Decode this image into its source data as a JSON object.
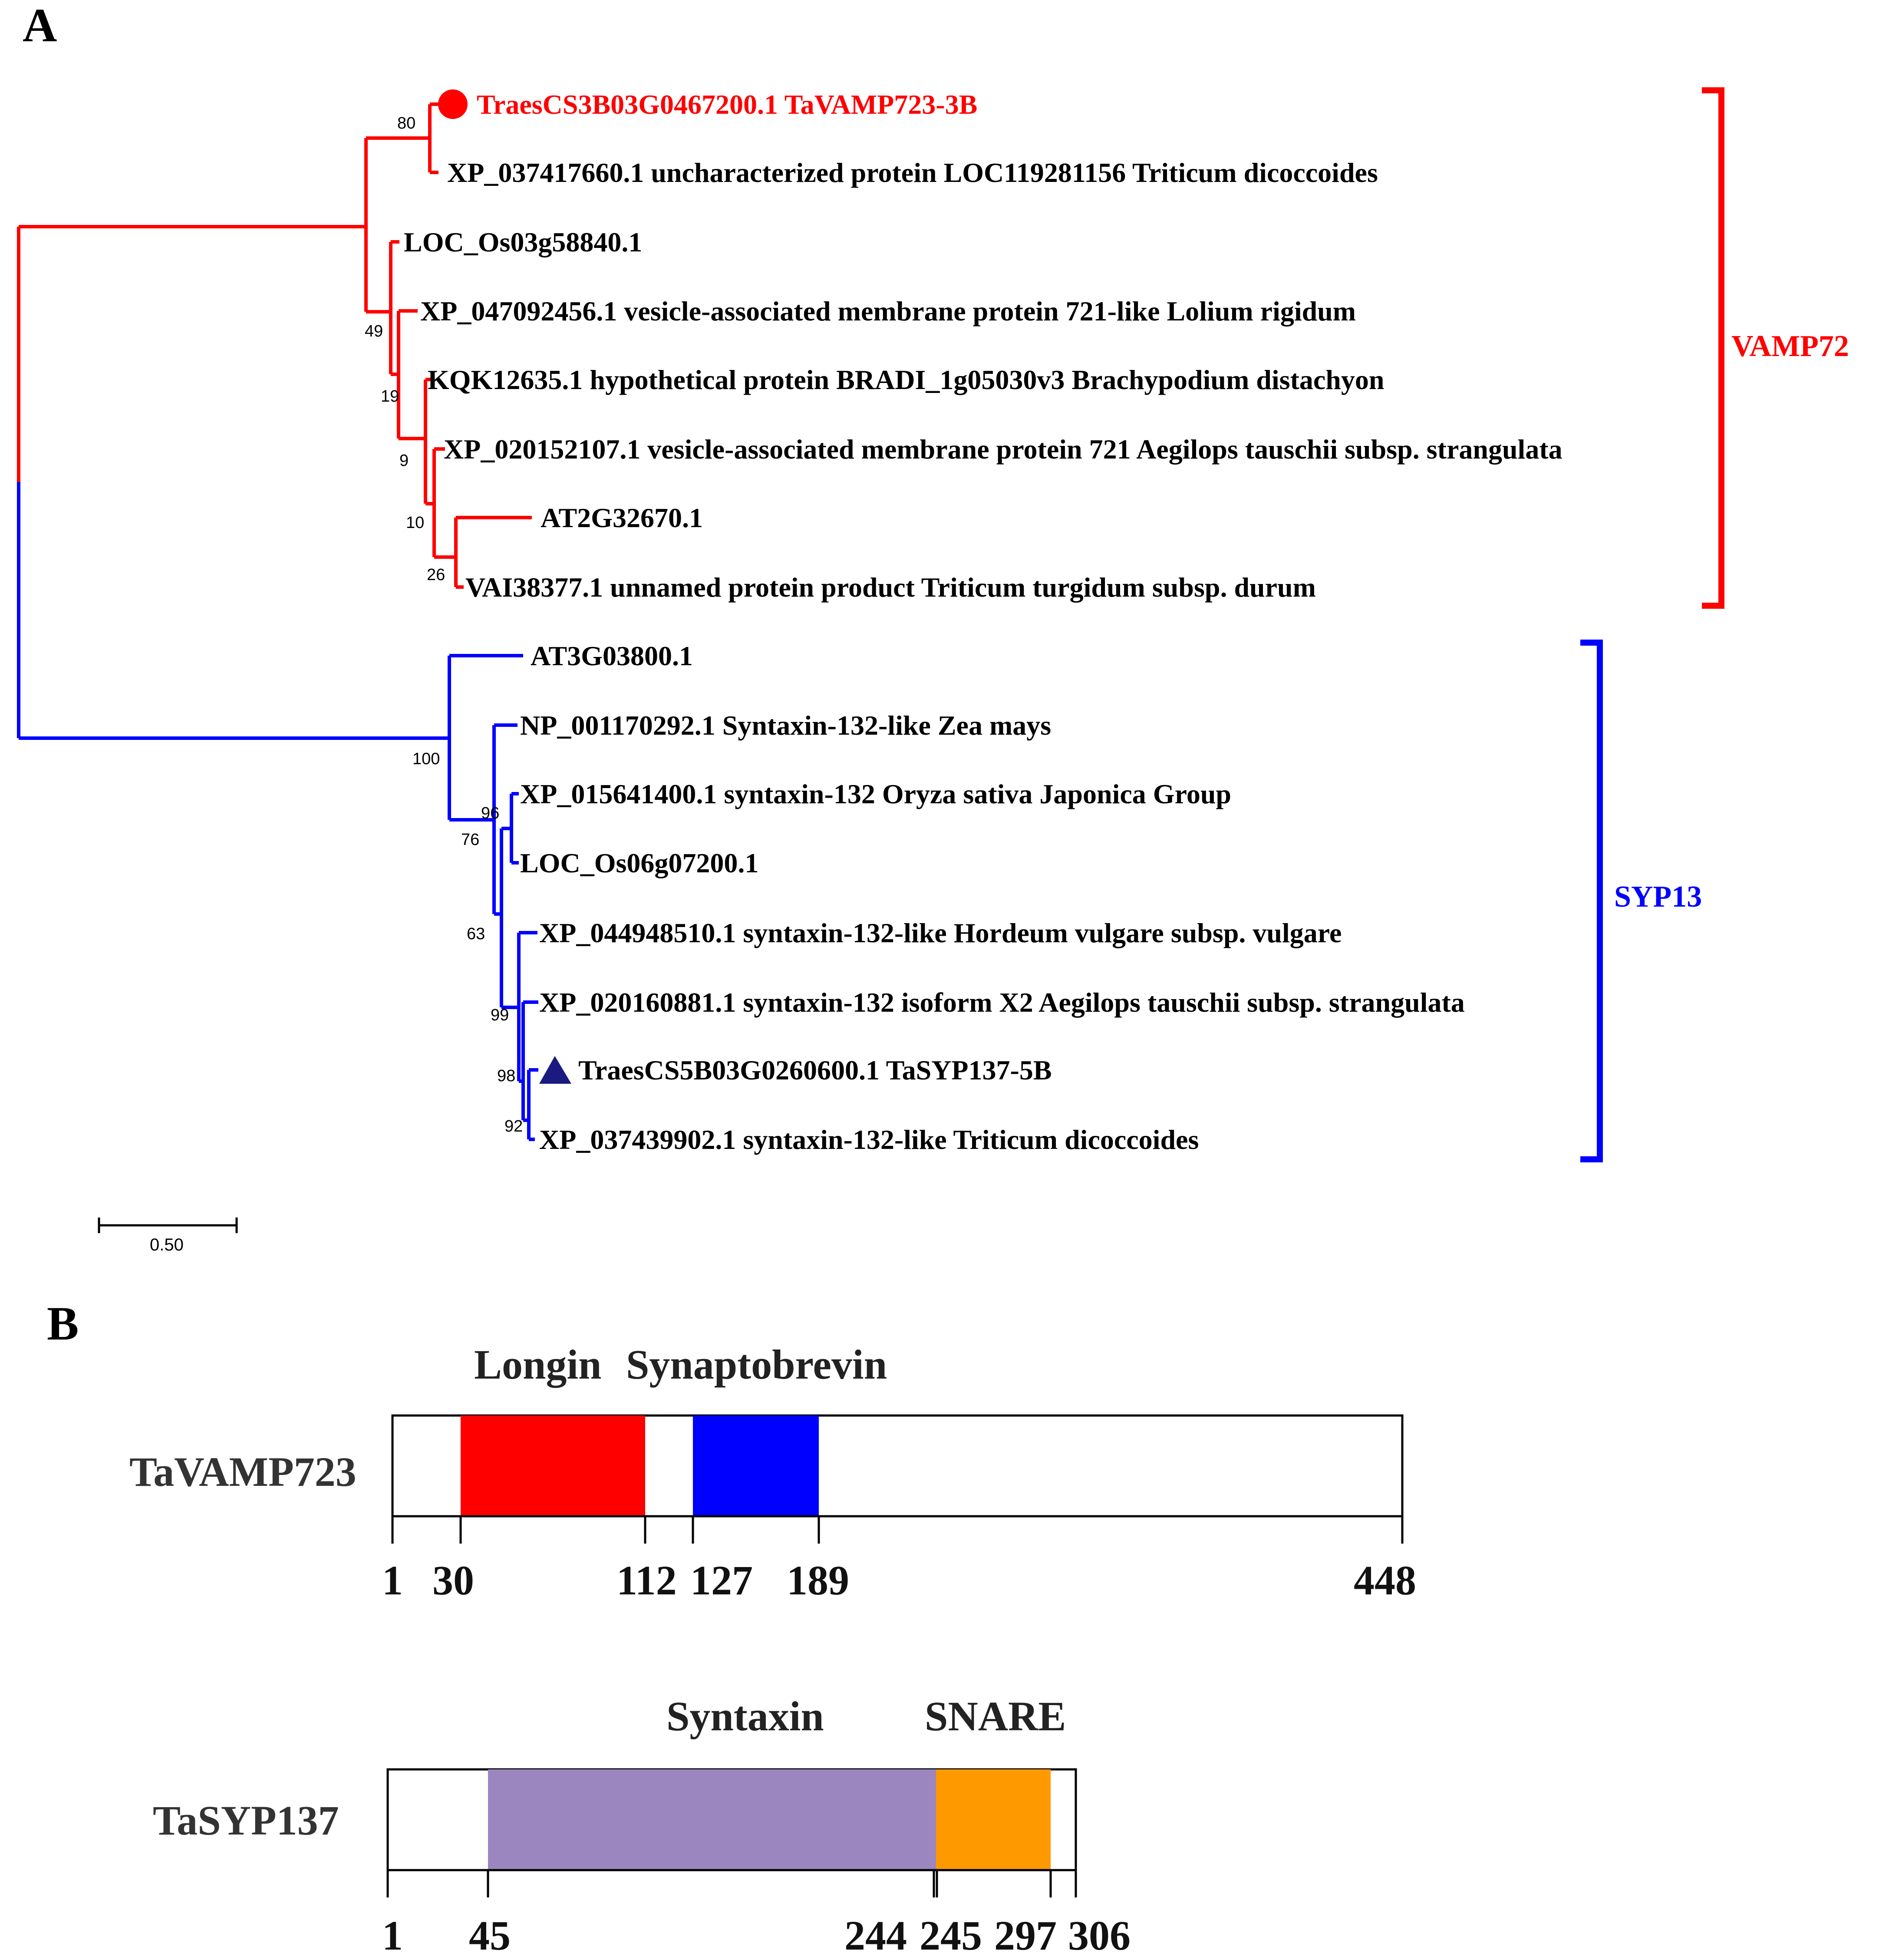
{
  "panel_a": {
    "letter": "A",
    "clade_vamp": {
      "label": "VAMP72",
      "color": "#ff0000"
    },
    "clade_syp": {
      "label": "SYP13",
      "color": "#0000ff"
    },
    "root_bootstrap": "100",
    "vamp_leaves": [
      {
        "name": "TraesCS3B03G0467200.1 TaVAMP723-3B",
        "highlight": "red-circle"
      },
      {
        "name": "XP_037417660.1 uncharacterized protein LOC119281156 Triticum dicoccoides"
      },
      {
        "name": "LOC_Os03g58840.1"
      },
      {
        "name": "XP_047092456.1 vesicle-associated membrane protein 721-like Lolium rigidum"
      },
      {
        "name": "KQK12635.1 hypothetical protein BRADI_1g05030v3 Brachypodium distachyon"
      },
      {
        "name": "XP_020152107.1 vesicle-associated membrane protein 721 Aegilops tauschii subsp. strangulata"
      },
      {
        "name": "AT2G32670.1"
      },
      {
        "name": "VAI38377.1 unnamed protein product Triticum turgidum subsp. durum"
      }
    ],
    "vamp_bootstraps": [
      "80",
      "49",
      "19",
      "9",
      "10",
      "26"
    ],
    "syp_leaves": [
      {
        "name": "AT3G03800.1"
      },
      {
        "name": "NP_001170292.1 Syntaxin-132-like Zea mays"
      },
      {
        "name": "XP_015641400.1 syntaxin-132 Oryza sativa Japonica Group"
      },
      {
        "name": "LOC_Os06g07200.1"
      },
      {
        "name": "XP_044948510.1 syntaxin-132-like Hordeum vulgare subsp. vulgare"
      },
      {
        "name": "XP_020160881.1 syntaxin-132 isoform X2 Aegilops tauschii subsp. strangulata"
      },
      {
        "name": "TraesCS5B03G0260600.1 TaSYP137-5B",
        "highlight": "navy-triangle"
      },
      {
        "name": "XP_037439902.1 syntaxin-132-like Triticum dicoccoides"
      }
    ],
    "syp_bootstraps": [
      "96",
      "76",
      "63",
      "99",
      "98",
      "92"
    ],
    "scale_bar": "0.50",
    "highlight_colors": {
      "circle": "#ff0000",
      "triangle": "#1a1a80"
    }
  },
  "panel_b": {
    "letter": "B",
    "proteins": [
      {
        "name": "TaVAMP723",
        "length": 448,
        "domains": [
          {
            "name": "Longin",
            "start": 30,
            "end": 112,
            "color": "#ff0000"
          },
          {
            "name": "Synaptobrevin",
            "start": 127,
            "end": 189,
            "color": "#0000ff"
          }
        ],
        "ticks": [
          "1",
          "30",
          "112",
          "127",
          "189",
          "448"
        ]
      },
      {
        "name": "TaSYP137",
        "length": 306,
        "domains": [
          {
            "name": "Syntaxin",
            "start": 45,
            "end": 244,
            "color": "#9b86c0"
          },
          {
            "name": "SNARE",
            "start": 245,
            "end": 297,
            "color": "#ff9900"
          }
        ],
        "ticks": [
          "1",
          "45",
          "244",
          "245",
          "297",
          "306"
        ]
      }
    ]
  }
}
